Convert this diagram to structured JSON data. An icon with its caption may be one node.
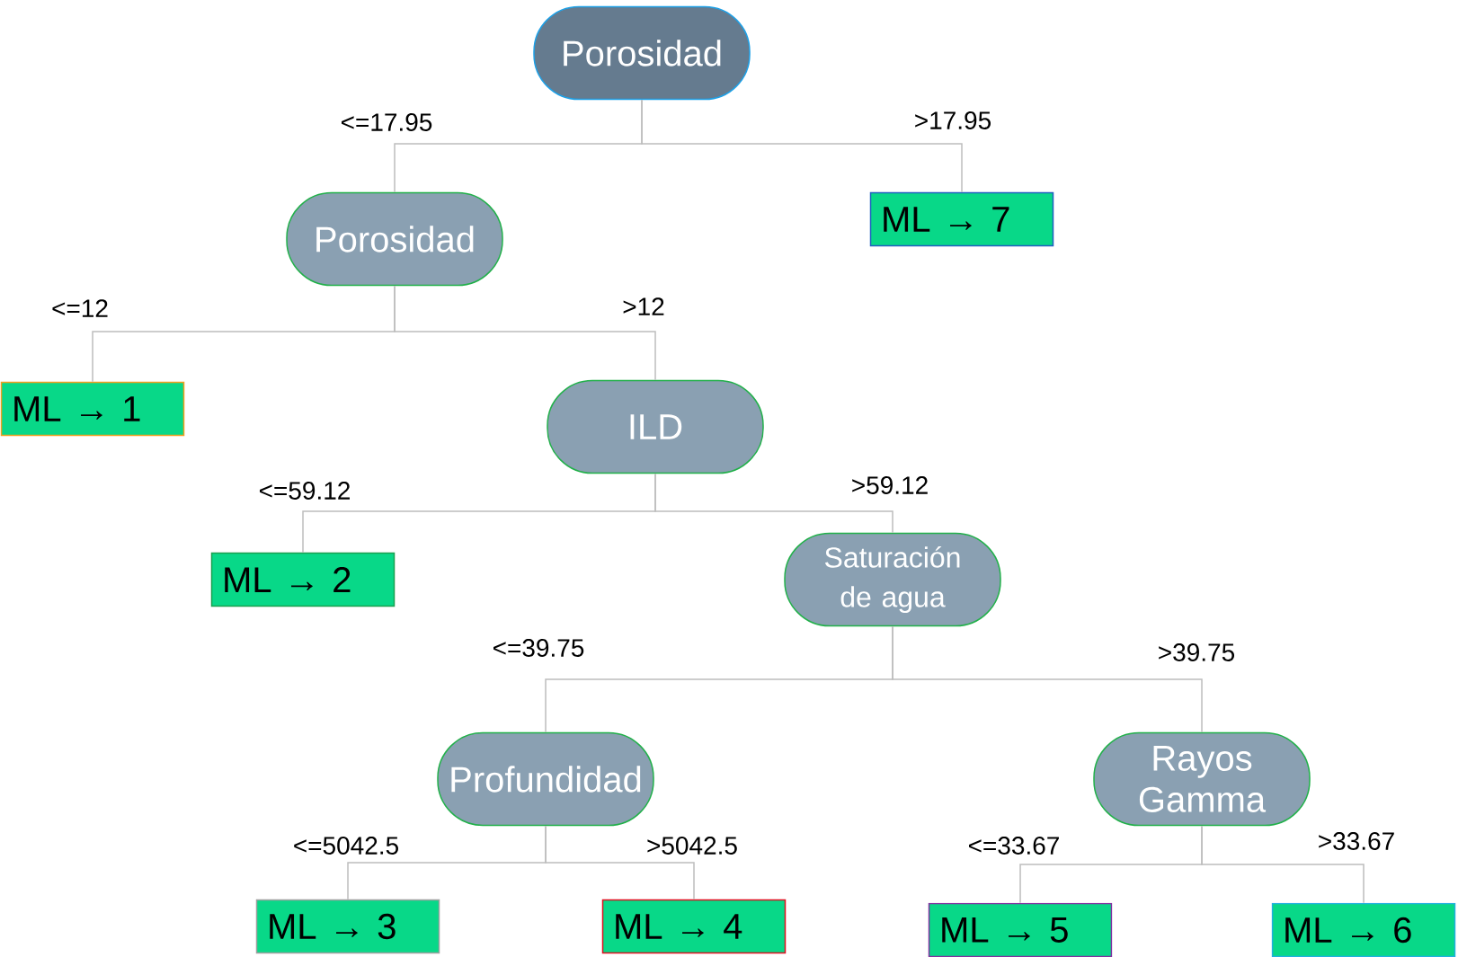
{
  "diagram": {
    "nodes": [
      {
        "text": [
          "Porosidad"
        ]
      },
      {
        "text": [
          "Porosidad"
        ]
      },
      {
        "text": [
          "ML → 7"
        ]
      },
      {
        "text": [
          "ML → 1"
        ]
      },
      {
        "text": [
          "ILD"
        ]
      },
      {
        "text": [
          "ML → 2"
        ]
      },
      {
        "text": [
          "Saturación de agua"
        ]
      },
      {
        "text": [
          "Profundidad"
        ]
      },
      {
        "text": [
          "Rayos Gamma"
        ]
      },
      {
        "text": [
          "ML → 3"
        ]
      },
      {
        "text": [
          "ML → 4"
        ]
      },
      {
        "text": [
          "ML → 5"
        ]
      },
      {
        "text": [
          "ML → 6"
        ]
      }
    ],
    "edges": [
      {
        "from": 0,
        "to": 1,
        "arrow": "none",
        "label": "<=17.95"
      },
      {
        "from": 0,
        "to": 2,
        "arrow": "none",
        "label": ">17.95"
      },
      {
        "from": 1,
        "to": 3,
        "arrow": "none",
        "label": "<=12"
      },
      {
        "from": 1,
        "to": 4,
        "arrow": "none",
        "label": ">12"
      },
      {
        "from": 4,
        "to": 5,
        "arrow": "none",
        "label": "<=59.12"
      },
      {
        "from": 4,
        "to": 6,
        "arrow": "none",
        "label": ">59.12"
      },
      {
        "from": 6,
        "to": 7,
        "arrow": "none",
        "label": "<=39.75"
      },
      {
        "from": 6,
        "to": 8,
        "arrow": "none",
        "label": ">39.75"
      },
      {
        "from": 7,
        "to": 9,
        "arrow": "none",
        "label": "<=5042.5"
      },
      {
        "from": 7,
        "to": 10,
        "arrow": "none",
        "label": ">5042.5"
      },
      {
        "from": 8,
        "to": 11,
        "arrow": "none",
        "label": "<=33.67"
      },
      {
        "from": 8,
        "to": 12,
        "arrow": "none",
        "label": ">33.67"
      }
    ]
  }
}
